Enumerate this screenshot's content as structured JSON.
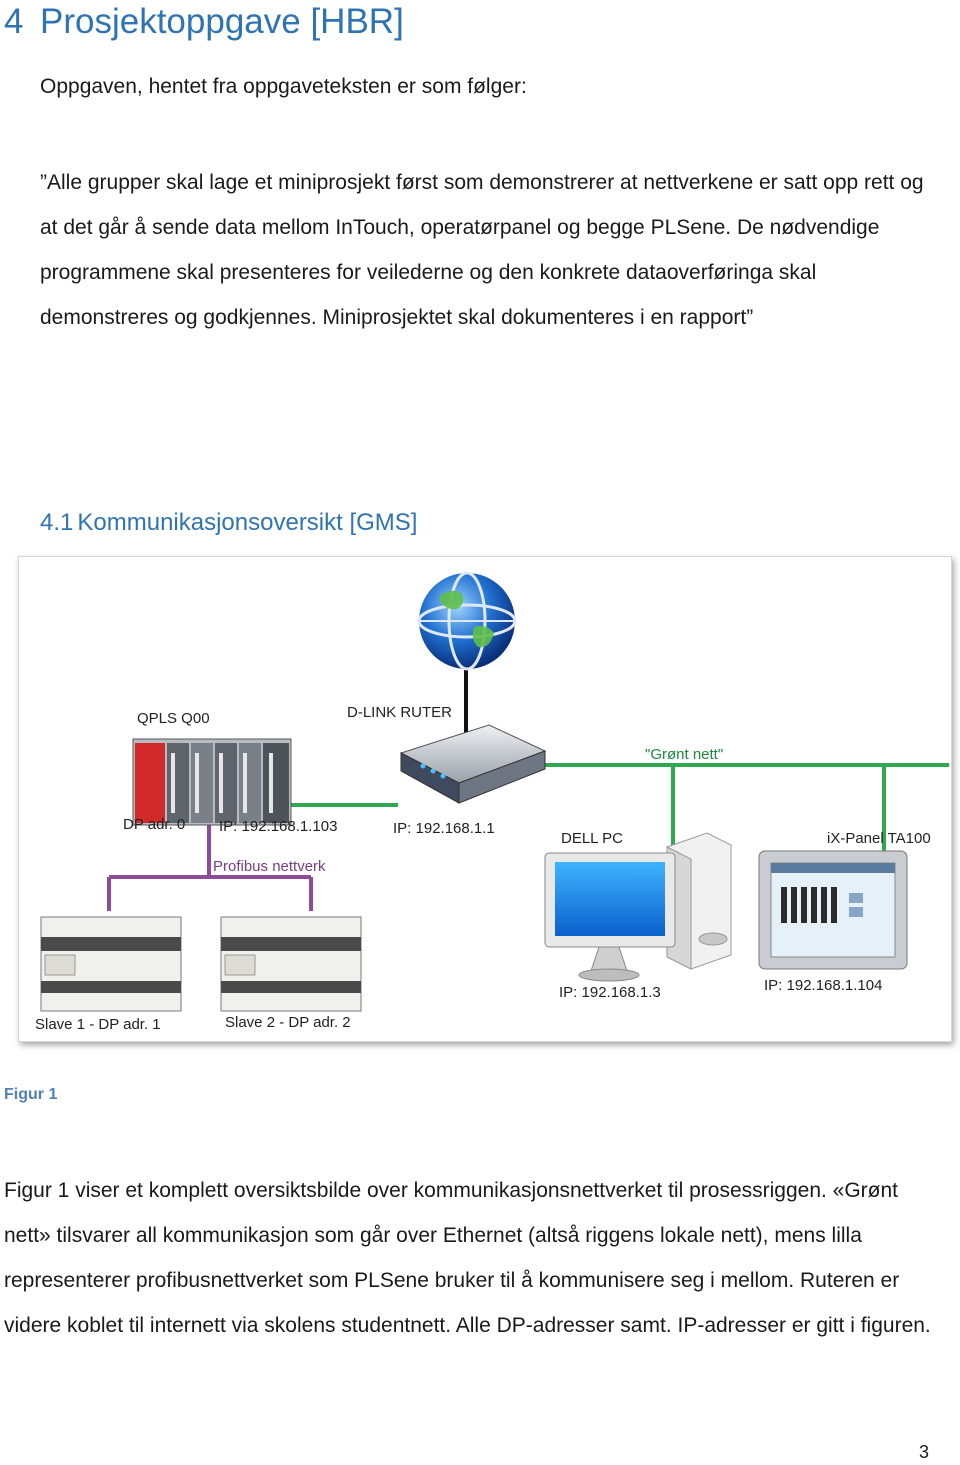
{
  "heading": {
    "number": "4",
    "title": "Prosjektoppgave [HBR]"
  },
  "intro": "Oppgaven, hentet fra oppgaveteksten er som følger:",
  "quote": "”Alle grupper skal lage et miniprosjekt først som demonstrerer at nettverkene er satt opp rett og at det går å sende data mellom InTouch, operatørpanel og begge PLSene. De nødvendige programmene skal presenteres for veilederne og den konkrete dataoverføringa skal demonstreres og godkjennes. Miniprosjektet skal dokumenteres i en rapport”",
  "subheading": {
    "number": "4.1",
    "title": "Kommunikasjonsoversikt [GMS]"
  },
  "diagram": {
    "labels": {
      "qplc": "QPLS Q00",
      "router": "D-LINK RUTER",
      "green_net": "\"Grønt nett\"",
      "dp0": "DP adr. 0",
      "ip103": "IP: 192.168.1.103",
      "ip1": "IP: 192.168.1.1",
      "dell": "DELL PC",
      "ixpanel": "iX-Panel TA100",
      "profibus": "Profibus nettverk",
      "ip3": "IP: 192.168.1.3",
      "ip104": "IP: 192.168.1.104",
      "slave1": "Slave 1 - DP adr. 1",
      "slave2": "Slave 2 - DP adr. 2"
    },
    "colors": {
      "ethernet": "#2fa84f",
      "profibus": "#8e4b9a",
      "cable": "#111111"
    },
    "icons": [
      "globe-icon",
      "plc-rack-icon",
      "router-icon",
      "monitor-icon",
      "pc-tower-icon",
      "touch-panel-icon",
      "plc-slave-icon"
    ]
  },
  "caption": "Figur 1",
  "body": "Figur 1 viser et komplett oversiktsbilde over kommunikasjonsnettverket til prosessriggen. «Grønt nett» tilsvarer all kommunikasjon som går over Ethernet (altså riggens lokale nett), mens lilla representerer profibusnettverket som PLSene bruker til å kommunisere seg i mellom. Ruteren er videre koblet til internett via skolens studentnett. Alle DP-adresser samt. IP-adresser er gitt i figuren.",
  "page_number": "3"
}
